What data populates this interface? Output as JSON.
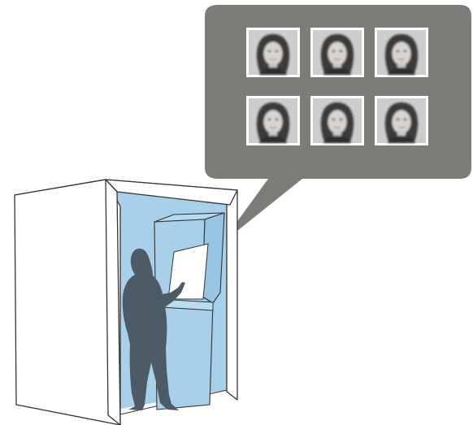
{
  "colors": {
    "background": "#ffffff",
    "booth_glass": "#a8d0ea",
    "booth_outline": "#333333",
    "silhouette": "#4d5b66",
    "screen": "#ffffff",
    "callout_bubble": "#7d7c78",
    "photo_frame": "#ffffff",
    "photo_background": "#cfcfcf"
  },
  "icons": {
    "booth": "photo-booth-icon",
    "person": "person-silhouette-icon",
    "callout": "speech-bubble-icon",
    "photo": "portrait-photo-icon"
  },
  "photo_grid": {
    "rows": 2,
    "columns": 3,
    "count": 6
  }
}
